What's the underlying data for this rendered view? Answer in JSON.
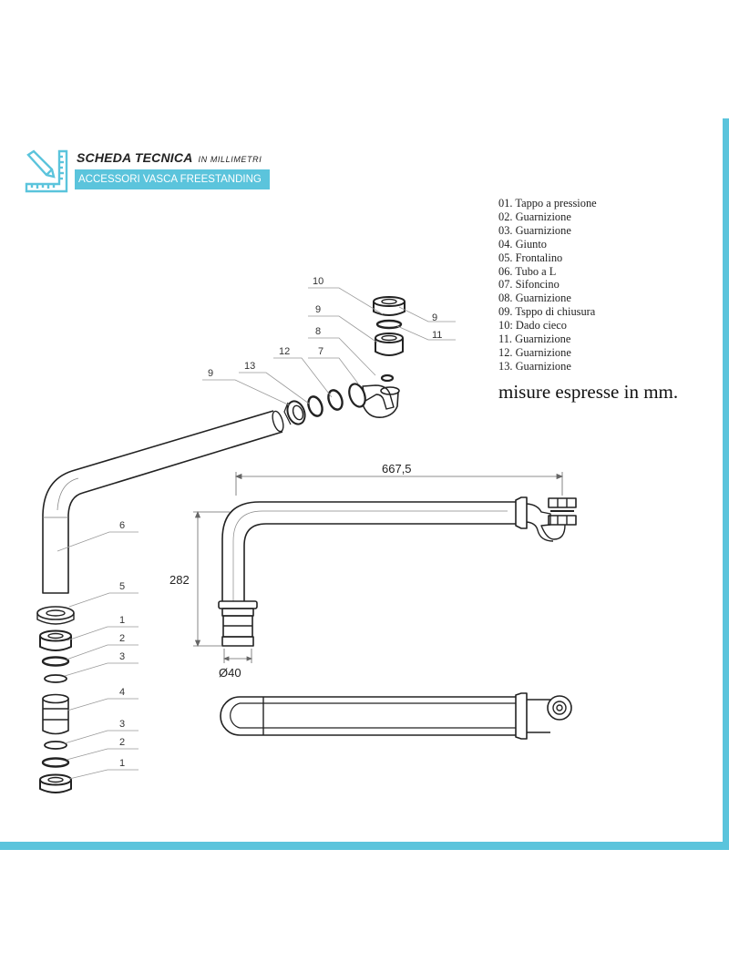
{
  "header": {
    "title": "SCHEDA TECNICA",
    "unit": "IN MILLIMETRI",
    "subtitle": "ACCESSORI VASCA FREESTANDING",
    "icon": "ruler-pencil-icon",
    "accent_color": "#5bc4dc"
  },
  "legend": [
    "01. Tappo a pressione",
    "02. Guarnizione",
    "03. Guarnizione",
    "04. Giunto",
    "05. Frontalino",
    "06. Tubo a L",
    "07. Sifoncino",
    "08. Guarnizione",
    "09. Tsppo di chiusura",
    "10: Dado cieco",
    "11. Guarnizione",
    "12. Guarnizione",
    "13. Guarnizione"
  ],
  "note": "misure espresse in mm.",
  "callouts": {
    "c10": "10",
    "c9a": "9",
    "c8": "8",
    "c7": "7",
    "c12": "12",
    "c13": "13",
    "c9b": "9",
    "c9c": "9",
    "c11": "11",
    "c6": "6",
    "c5": "5",
    "c1a": "1",
    "c2a": "2",
    "c3a": "3",
    "c4": "4",
    "c3b": "3",
    "c2b": "2",
    "c1b": "1"
  },
  "dimensions": {
    "width": "667,5",
    "height": "282",
    "diameter": "Ø40"
  }
}
